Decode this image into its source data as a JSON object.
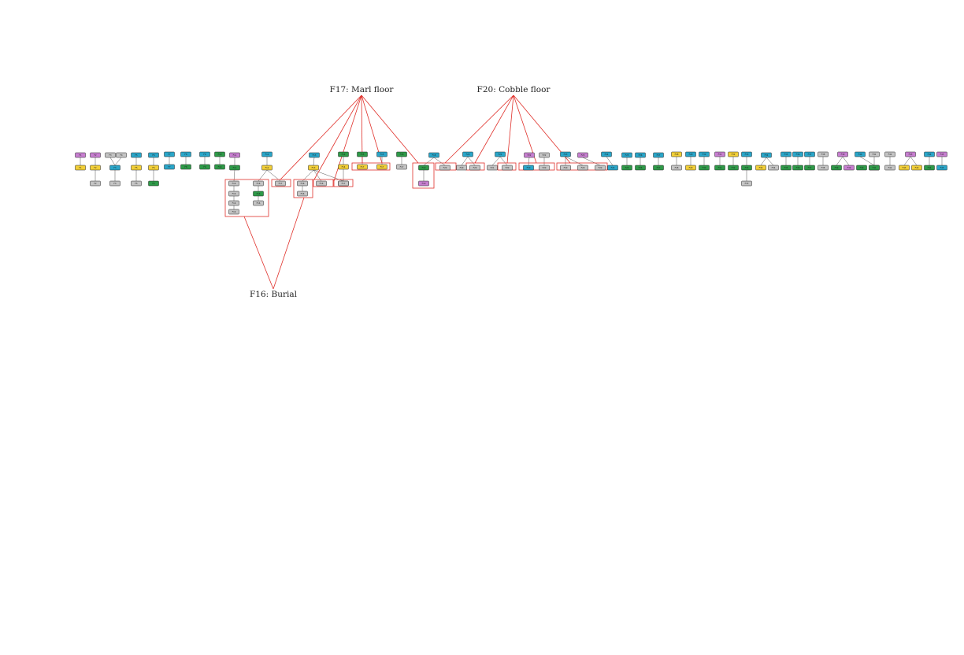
{
  "features": [
    {
      "id": "F17",
      "label": "F17: Marl floor"
    },
    {
      "id": "F20",
      "label": "F20: Cobble floor"
    },
    {
      "id": "F16",
      "label": "F16: Burial"
    }
  ],
  "palette": {
    "purple": "#c77fd0",
    "blue": "#2aa6c9",
    "green": "#2e9a48",
    "yellow": "#f2cf38",
    "gray": "#c4c4c4",
    "group_outline": "#e0302a",
    "edge": "#555555"
  },
  "nodes": [
    {
      "id": "p1",
      "color": "purple",
      "label": "F1"
    },
    {
      "id": "p1b",
      "color": "yellow",
      "label": "F1"
    },
    {
      "id": "p2",
      "color": "purple",
      "label": "F2"
    },
    {
      "id": "p2b",
      "color": "yellow",
      "label": "F2"
    },
    {
      "id": "p2c",
      "color": "gray",
      "label": "F2"
    },
    {
      "id": "g1",
      "color": "gray",
      "label": "F3"
    },
    {
      "id": "g2",
      "color": "gray",
      "label": "F4"
    },
    {
      "id": "b1",
      "color": "blue",
      "label": "F3"
    },
    {
      "id": "b1c",
      "color": "gray",
      "label": "F3"
    },
    {
      "id": "b2",
      "color": "blue",
      "label": "F5"
    },
    {
      "id": "y2",
      "color": "yellow",
      "label": "F5"
    },
    {
      "id": "y2c",
      "color": "gray",
      "label": "F5"
    },
    {
      "id": "b3",
      "color": "blue",
      "label": "F6"
    },
    {
      "id": "y3",
      "color": "yellow",
      "label": "F6"
    },
    {
      "id": "gr3",
      "color": "green",
      "label": "F6"
    },
    {
      "id": "b4",
      "color": "blue",
      "label": "F7"
    },
    {
      "id": "b4b",
      "color": "blue",
      "label": "F7"
    },
    {
      "id": "b5",
      "color": "blue",
      "label": "F8"
    },
    {
      "id": "gr5",
      "color": "green",
      "label": "F8"
    },
    {
      "id": "b6",
      "color": "blue",
      "label": "F9"
    },
    {
      "id": "gr6",
      "color": "green",
      "label": "F9"
    },
    {
      "id": "gr7",
      "color": "green",
      "label": "F10"
    },
    {
      "id": "gr7b",
      "color": "green",
      "label": "F10"
    },
    {
      "id": "p8",
      "color": "purple",
      "label": "F11"
    },
    {
      "id": "gr8",
      "color": "green",
      "label": "F11"
    },
    {
      "id": "gr8a",
      "color": "gray",
      "label": "F16"
    },
    {
      "id": "gr8b",
      "color": "gray",
      "label": "F16"
    },
    {
      "id": "gr8c",
      "color": "gray",
      "label": "F16"
    },
    {
      "id": "gr8d",
      "color": "gray",
      "label": "F16"
    },
    {
      "id": "b9",
      "color": "blue",
      "label": "F12"
    },
    {
      "id": "y9",
      "color": "yellow",
      "label": "F12"
    },
    {
      "id": "g9a",
      "color": "gray",
      "label": "F16"
    },
    {
      "id": "gr9",
      "color": "green",
      "label": "F16"
    },
    {
      "id": "g9b",
      "color": "gray",
      "label": "F16"
    },
    {
      "id": "g9c",
      "color": "gray",
      "label": "F17"
    },
    {
      "id": "b10",
      "color": "blue",
      "label": "F13"
    },
    {
      "id": "y10",
      "color": "yellow",
      "label": "F13"
    },
    {
      "id": "g10a",
      "color": "gray",
      "label": "F16"
    },
    {
      "id": "g10b",
      "color": "gray",
      "label": "F16"
    },
    {
      "id": "g10c",
      "color": "gray",
      "label": "F17"
    },
    {
      "id": "g10d",
      "color": "gray",
      "label": "F16"
    },
    {
      "id": "gr11",
      "color": "green",
      "label": "F14"
    },
    {
      "id": "y11",
      "color": "yellow",
      "label": "F14"
    },
    {
      "id": "g11",
      "color": "gray",
      "label": "F17"
    },
    {
      "id": "gr12",
      "color": "green",
      "label": "F15"
    },
    {
      "id": "y12",
      "color": "yellow",
      "label": "F17"
    },
    {
      "id": "b13",
      "color": "blue",
      "label": "F15"
    },
    {
      "id": "y13",
      "color": "yellow",
      "label": "F17"
    },
    {
      "id": "gr14",
      "color": "green",
      "label": "F18"
    },
    {
      "id": "g14",
      "color": "gray",
      "label": "F17"
    },
    {
      "id": "b15",
      "color": "blue",
      "label": "F18"
    },
    {
      "id": "gr15",
      "color": "green",
      "label": "F19"
    },
    {
      "id": "p15",
      "color": "purple",
      "label": "F19"
    },
    {
      "id": "g15",
      "color": "gray",
      "label": "F20"
    },
    {
      "id": "b16",
      "color": "blue",
      "label": "F20"
    },
    {
      "id": "g16a",
      "color": "gray",
      "label": "F20"
    },
    {
      "id": "g16b",
      "color": "gray",
      "label": "F20"
    },
    {
      "id": "b17",
      "color": "blue",
      "label": "F21"
    },
    {
      "id": "g17a",
      "color": "gray",
      "label": "F21"
    },
    {
      "id": "g17b",
      "color": "gray",
      "label": "F20"
    },
    {
      "id": "p18",
      "color": "purple",
      "label": "F22"
    },
    {
      "id": "g18",
      "color": "gray",
      "label": "F22"
    },
    {
      "id": "b18",
      "color": "blue",
      "label": "F20"
    },
    {
      "id": "g18b",
      "color": "gray",
      "label": "F20"
    },
    {
      "id": "b19",
      "color": "blue",
      "label": "F23"
    },
    {
      "id": "g19a",
      "color": "gray",
      "label": "F20"
    },
    {
      "id": "p19",
      "color": "purple",
      "label": "F23"
    },
    {
      "id": "g19b",
      "color": "gray",
      "label": "F20"
    },
    {
      "id": "g19c",
      "color": "gray",
      "label": "F20"
    },
    {
      "id": "b20",
      "color": "blue",
      "label": "F24"
    },
    {
      "id": "b20b",
      "color": "blue",
      "label": "F24"
    },
    {
      "id": "gr20",
      "color": "green",
      "label": "F24"
    },
    {
      "id": "b21",
      "color": "blue",
      "label": "F25"
    },
    {
      "id": "gr21",
      "color": "green",
      "label": "F25"
    },
    {
      "id": "b22",
      "color": "blue",
      "label": "F26"
    },
    {
      "id": "gr22",
      "color": "green",
      "label": "F26"
    },
    {
      "id": "b23",
      "color": "blue",
      "label": "F27"
    },
    {
      "id": "gr23",
      "color": "green",
      "label": "F27"
    },
    {
      "id": "y24",
      "color": "yellow",
      "label": "F28"
    },
    {
      "id": "g24",
      "color": "gray",
      "label": "F28"
    },
    {
      "id": "b25",
      "color": "blue",
      "label": "F29"
    },
    {
      "id": "y25",
      "color": "yellow",
      "label": "F29"
    },
    {
      "id": "b26",
      "color": "blue",
      "label": "F30"
    },
    {
      "id": "gr26",
      "color": "green",
      "label": "F30"
    },
    {
      "id": "p27",
      "color": "purple",
      "label": "F31"
    },
    {
      "id": "gr27",
      "color": "green",
      "label": "F31"
    },
    {
      "id": "y28",
      "color": "yellow",
      "label": "F32"
    },
    {
      "id": "gr28",
      "color": "green",
      "label": "F32"
    },
    {
      "id": "b29",
      "color": "blue",
      "label": "F33"
    },
    {
      "id": "gr29",
      "color": "green",
      "label": "F33"
    },
    {
      "id": "g29",
      "color": "gray",
      "label": "F33"
    },
    {
      "id": "b30",
      "color": "blue",
      "label": "F34"
    },
    {
      "id": "y30",
      "color": "yellow",
      "label": "F34"
    },
    {
      "id": "g30",
      "color": "gray",
      "label": "F34"
    },
    {
      "id": "b31",
      "color": "blue",
      "label": "F35"
    },
    {
      "id": "gr31",
      "color": "green",
      "label": "F35"
    },
    {
      "id": "b32",
      "color": "blue",
      "label": "F36"
    },
    {
      "id": "gr32",
      "color": "green",
      "label": "F36"
    },
    {
      "id": "b33",
      "color": "blue",
      "label": "F37"
    },
    {
      "id": "gr33",
      "color": "green",
      "label": "F37"
    },
    {
      "id": "g34",
      "color": "gray",
      "label": "F38"
    },
    {
      "id": "g34b",
      "color": "gray",
      "label": "F38"
    },
    {
      "id": "p35",
      "color": "purple",
      "label": "F39"
    },
    {
      "id": "gr35",
      "color": "green",
      "label": "F39"
    },
    {
      "id": "p35b",
      "color": "purple",
      "label": "F39"
    },
    {
      "id": "gr35b",
      "color": "green",
      "label": "F39"
    },
    {
      "id": "b36",
      "color": "blue",
      "label": "F40"
    },
    {
      "id": "gr36",
      "color": "green",
      "label": "F40"
    },
    {
      "id": "g37",
      "color": "gray",
      "label": "F41"
    },
    {
      "id": "gr37",
      "color": "green",
      "label": "F41"
    },
    {
      "id": "g38",
      "color": "gray",
      "label": "F42"
    },
    {
      "id": "g38b",
      "color": "gray",
      "label": "F42"
    },
    {
      "id": "p39",
      "color": "purple",
      "label": "F43"
    },
    {
      "id": "y39",
      "color": "yellow",
      "label": "F43"
    },
    {
      "id": "y39b",
      "color": "yellow",
      "label": "F43"
    },
    {
      "id": "b40",
      "color": "blue",
      "label": "F44"
    },
    {
      "id": "gr40",
      "color": "green",
      "label": "F44"
    },
    {
      "id": "p41",
      "color": "purple",
      "label": "F45"
    },
    {
      "id": "b41",
      "color": "blue",
      "label": "F45"
    }
  ],
  "edges": [
    [
      "p1",
      "p1b"
    ],
    [
      "p2",
      "p2b"
    ],
    [
      "p2b",
      "p2c"
    ],
    [
      "g1",
      "b1"
    ],
    [
      "g2",
      "b1"
    ],
    [
      "b1",
      "b1c"
    ],
    [
      "b2",
      "y2"
    ],
    [
      "y2",
      "y2c"
    ],
    [
      "b3",
      "y3"
    ],
    [
      "y3",
      "gr3"
    ],
    [
      "b4",
      "b4b"
    ],
    [
      "b5",
      "gr5"
    ],
    [
      "b6",
      "gr6"
    ],
    [
      "gr7",
      "gr7b"
    ],
    [
      "p8",
      "gr8"
    ],
    [
      "gr8",
      "gr8a"
    ],
    [
      "gr8a",
      "gr8b"
    ],
    [
      "gr8b",
      "gr8c"
    ],
    [
      "gr8c",
      "gr8d"
    ],
    [
      "b9",
      "y9"
    ],
    [
      "y9",
      "g9a"
    ],
    [
      "g9a",
      "gr9"
    ],
    [
      "gr9",
      "g9b"
    ],
    [
      "y9",
      "g9c"
    ],
    [
      "b10",
      "y10"
    ],
    [
      "y10",
      "g10a"
    ],
    [
      "y10",
      "g10b"
    ],
    [
      "g10a",
      "g10d"
    ],
    [
      "y10",
      "g10c"
    ],
    [
      "gr11",
      "y11"
    ],
    [
      "y11",
      "g11"
    ],
    [
      "gr12",
      "y12"
    ],
    [
      "b13",
      "y13"
    ],
    [
      "gr14",
      "g14"
    ],
    [
      "b15",
      "gr15"
    ],
    [
      "gr15",
      "p15"
    ],
    [
      "b15",
      "g15"
    ],
    [
      "b16",
      "g16a"
    ],
    [
      "b16",
      "g16b"
    ],
    [
      "b17",
      "g17a"
    ],
    [
      "b17",
      "g17b"
    ],
    [
      "p18",
      "b18"
    ],
    [
      "g18",
      "g18b"
    ],
    [
      "b19",
      "g19a"
    ],
    [
      "b19",
      "g19b"
    ],
    [
      "p19",
      "g19c"
    ],
    [
      "b20",
      "b20b"
    ],
    [
      "b21",
      "gr21"
    ],
    [
      "b22",
      "gr22"
    ],
    [
      "b23",
      "gr23"
    ],
    [
      "y24",
      "g24"
    ],
    [
      "b25",
      "y25"
    ],
    [
      "b26",
      "gr26"
    ],
    [
      "p27",
      "gr27"
    ],
    [
      "y28",
      "gr28"
    ],
    [
      "b29",
      "gr29"
    ],
    [
      "gr29",
      "g29"
    ],
    [
      "b30",
      "y30"
    ],
    [
      "b30",
      "g30"
    ],
    [
      "b31",
      "gr31"
    ],
    [
      "b32",
      "gr32"
    ],
    [
      "b33",
      "gr33"
    ],
    [
      "g34",
      "g34b"
    ],
    [
      "p35",
      "gr35"
    ],
    [
      "p35",
      "p35b"
    ],
    [
      "b36",
      "gr36"
    ],
    [
      "g37",
      "gr37"
    ],
    [
      "g38",
      "g38b"
    ],
    [
      "p39",
      "y39"
    ],
    [
      "p39",
      "y39b"
    ],
    [
      "b40",
      "gr40"
    ],
    [
      "p41",
      "b41"
    ]
  ],
  "groups": [
    {
      "id": "grp-f16-left",
      "feature": "F16"
    },
    {
      "id": "grp-f16-right",
      "feature": "F16"
    },
    {
      "id": "grp-f17-a",
      "feature": "F17"
    },
    {
      "id": "grp-f17-b",
      "feature": "F17"
    },
    {
      "id": "grp-f17-c",
      "feature": "F17"
    },
    {
      "id": "grp-f17-d",
      "feature": "F17"
    },
    {
      "id": "grp-f17-e",
      "feature": "F17"
    },
    {
      "id": "grp-f20-a",
      "feature": "F20"
    },
    {
      "id": "grp-f20-b",
      "feature": "F20"
    },
    {
      "id": "grp-f20-c",
      "feature": "F20"
    },
    {
      "id": "grp-f20-d",
      "feature": "F20"
    },
    {
      "id": "grp-f20-e",
      "feature": "F20"
    }
  ]
}
